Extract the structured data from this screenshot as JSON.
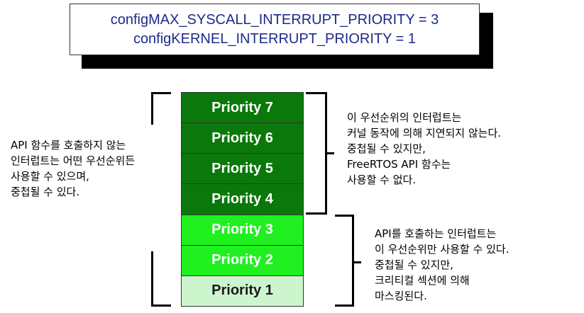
{
  "config": {
    "line1": "configMAX_SYSCALL_INTERRUPT_PRIORITY = 3",
    "line2": "configKERNEL_INTERRUPT_PRIORITY = 1"
  },
  "priorities": [
    {
      "label": "Priority 7",
      "tone": "dark"
    },
    {
      "label": "Priority 6",
      "tone": "dark"
    },
    {
      "label": "Priority 5",
      "tone": "dark"
    },
    {
      "label": "Priority 4",
      "tone": "dark"
    },
    {
      "label": "Priority 3",
      "tone": "bright"
    },
    {
      "label": "Priority 2",
      "tone": "bright"
    },
    {
      "label": "Priority 1",
      "tone": "pale"
    }
  ],
  "colors": {
    "dark": "#0a780a",
    "bright": "#20f020",
    "pale": "#cdf5cd",
    "config_text": "#1e2a8a"
  },
  "notes": {
    "left": [
      "API 함수를 호출하지 않는",
      "인터럽트는 어떤 우선순위든",
      "사용할 수 있으며,",
      "중첩될 수 있다."
    ],
    "right_top": [
      "이 우선순위의 인터럽트는",
      "커널 동작에 의해 지연되지 않는다.",
      "중첩될 수 있지만,",
      "FreeRTOS API 함수는",
      "사용할 수 없다."
    ],
    "right_bottom": [
      "API를 호출하는 인터럽트는",
      "이 우선순위만 사용할 수 있다.",
      "중첩될 수 있지만,",
      "크리티컬 섹션에 의해",
      "마스킹된다."
    ]
  }
}
